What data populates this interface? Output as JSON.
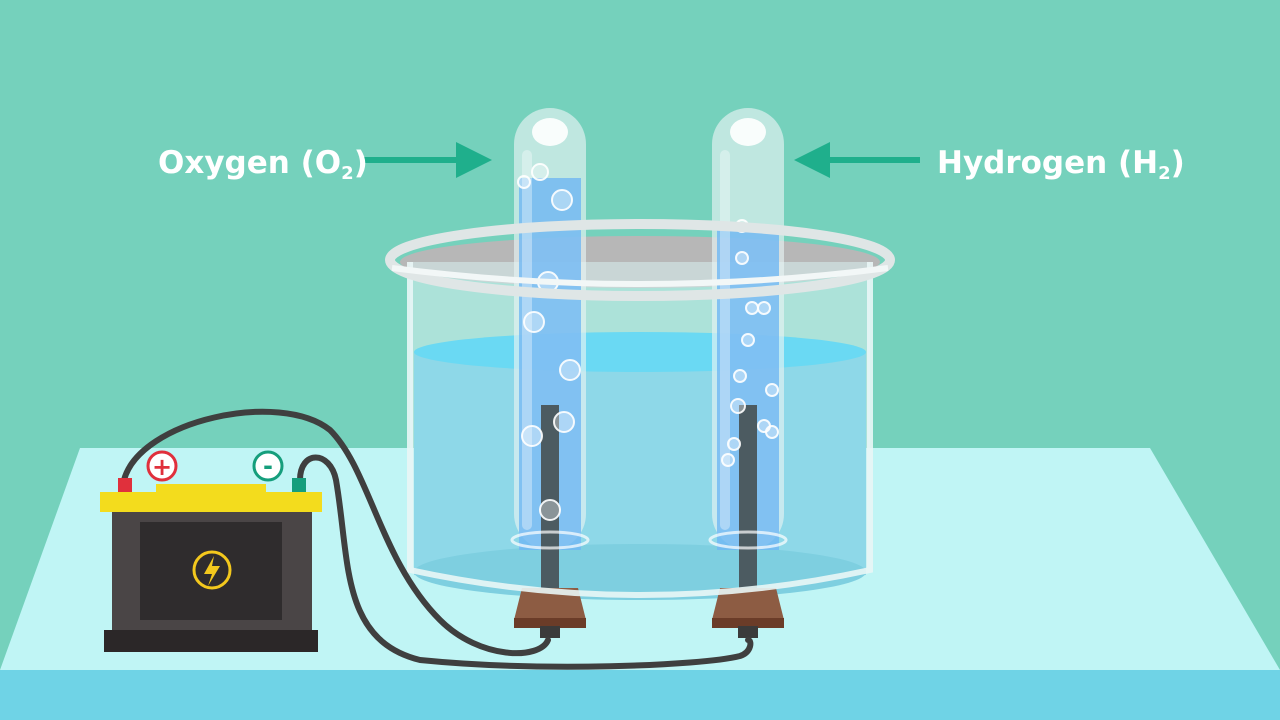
{
  "labels": {
    "oxygen": {
      "name": "Oxygen",
      "formula_open": "(O",
      "subscript": "2",
      "formula_close": ")"
    },
    "hydrogen": {
      "name": "Hydrogen",
      "formula_open": "(H",
      "subscript": "2",
      "formula_close": ")"
    }
  },
  "battery": {
    "positive_symbol": "+",
    "negative_symbol": "-"
  },
  "colors": {
    "background": "#75d1bc",
    "table_top": "#c0f5f5",
    "table_edge": "#6fd3e6",
    "arrow": "#1faf8c",
    "water": "#8ed8e8",
    "water_surface": "#6ad9f3",
    "tube_water": "#6fb7f3",
    "battery_body": "#4a4546",
    "battery_lid": "#f3dc1d",
    "positive_terminal": "#e0303c",
    "negative_terminal": "#159e7c",
    "wire": "#3f3f3f",
    "stopper": "#8d5c43"
  },
  "icons": {
    "battery_symbol": "lightning-bolt-icon"
  }
}
